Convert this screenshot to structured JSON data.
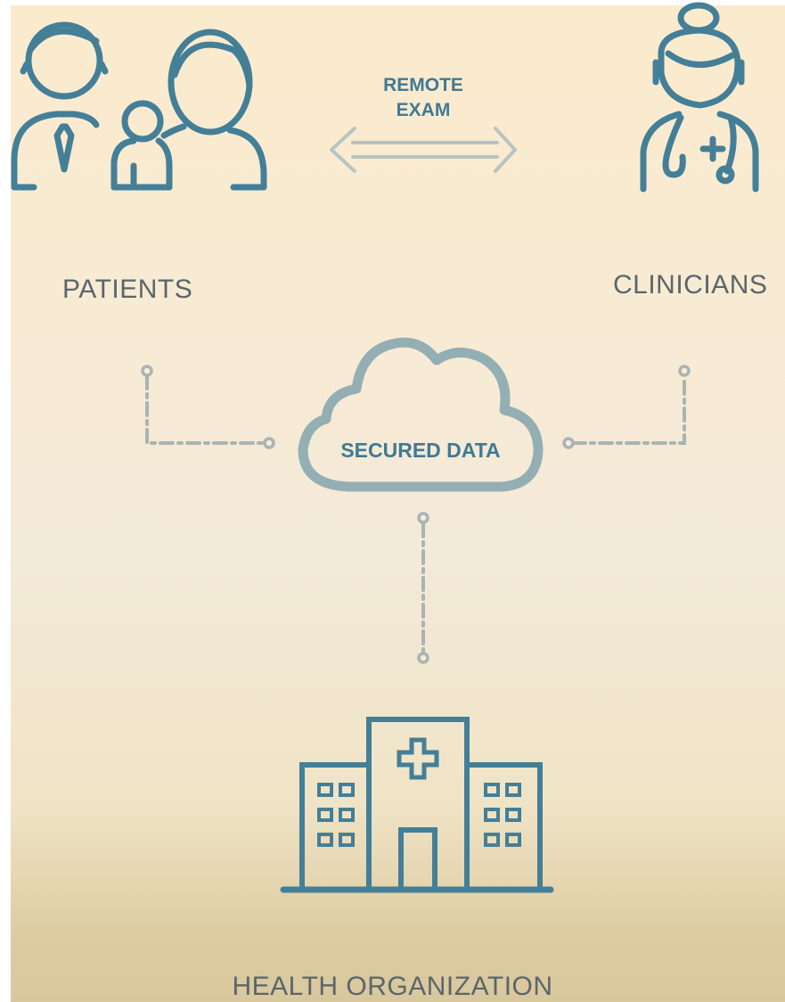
{
  "labels": {
    "patients": "PATIENTS",
    "clinicians": "CLINICIANS",
    "health_organization": "HEALTH ORGANIZATION",
    "remote_exam_line1": "REMOTE",
    "remote_exam_line2": "EXAM",
    "secured_data": "SECURED DATA"
  },
  "icons": {
    "patients": "family-icon",
    "clinicians": "doctor-icon",
    "health_organization": "hospital-icon",
    "secured_data": "cloud-icon",
    "remote_exam": "double-arrow-icon"
  },
  "colors": {
    "icon_stroke": "#447f98",
    "connector": "#a9b4b3",
    "cloud": "#93afb3",
    "arrow": "#b8c3c1",
    "label_text": "#5b666b",
    "accent_text": "#3f7a93"
  }
}
